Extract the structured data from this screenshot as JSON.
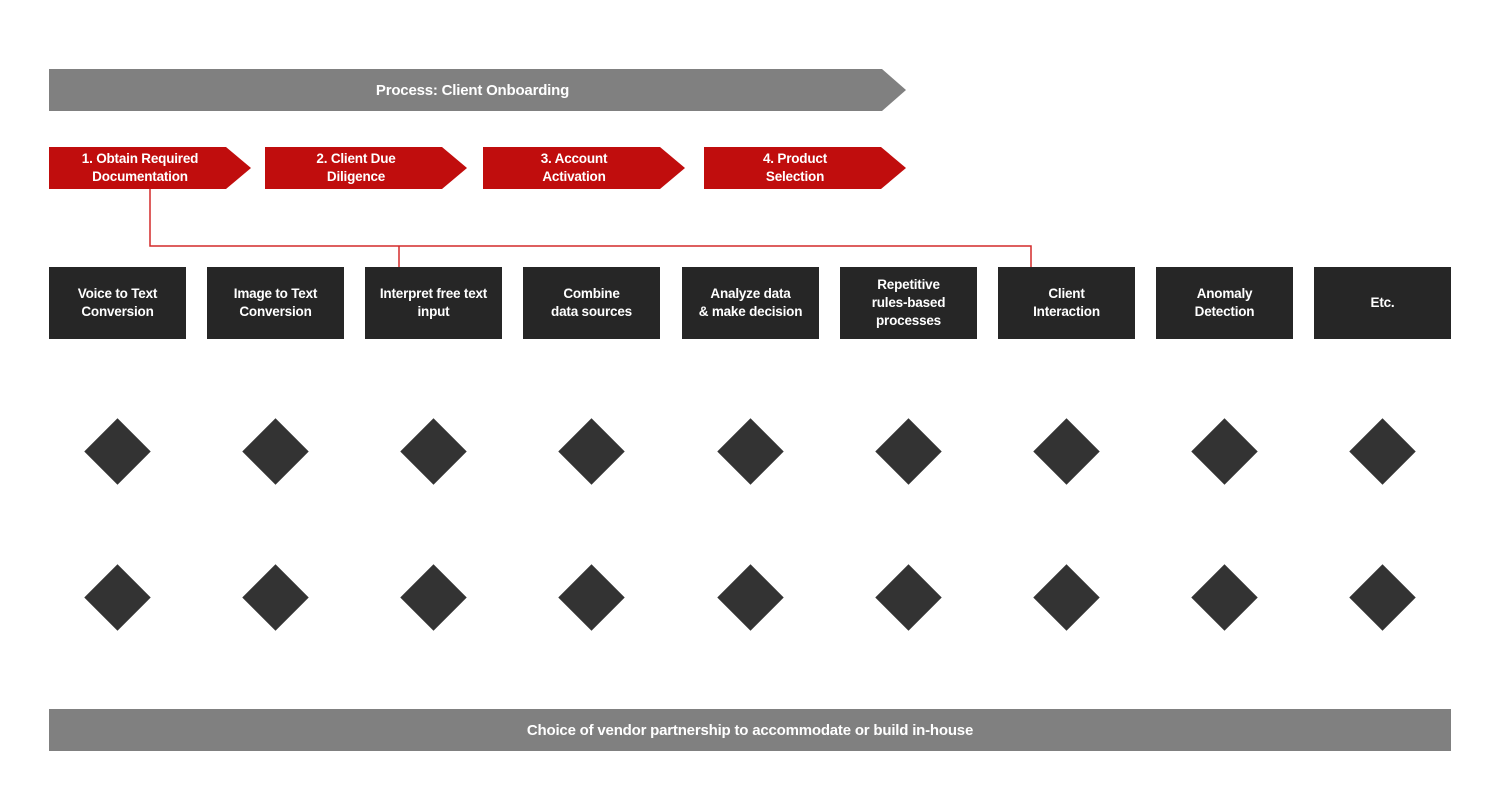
{
  "process": {
    "title": "Process: Client Onboarding",
    "fill": "#808080"
  },
  "steps": [
    {
      "label": "1. Obtain Required\nDocumentation"
    },
    {
      "label": "2. Client Due\nDiligence"
    },
    {
      "label": "3. Account\nActivation"
    },
    {
      "label": "4. Product\nSelection"
    }
  ],
  "step_fill": "#c00d0d",
  "connector_color": "#d42a2a",
  "capabilities": [
    {
      "label": "Voice to Text\nConversion"
    },
    {
      "label": "Image to Text\nConversion"
    },
    {
      "label": "Interpret free text\ninput"
    },
    {
      "label": "Combine\ndata sources"
    },
    {
      "label": "Analyze data\n& make decision"
    },
    {
      "label": "Repetitive\nrules-based\nprocesses"
    },
    {
      "label": "Client\nInteraction"
    },
    {
      "label": "Anomaly\nDetection"
    },
    {
      "label": "Etc."
    }
  ],
  "capability_fill": "#262626",
  "diamond_fill": "#333333",
  "footer": {
    "label": "Choice of vendor partnership to accommodate or build in-house",
    "fill": "#808080"
  }
}
